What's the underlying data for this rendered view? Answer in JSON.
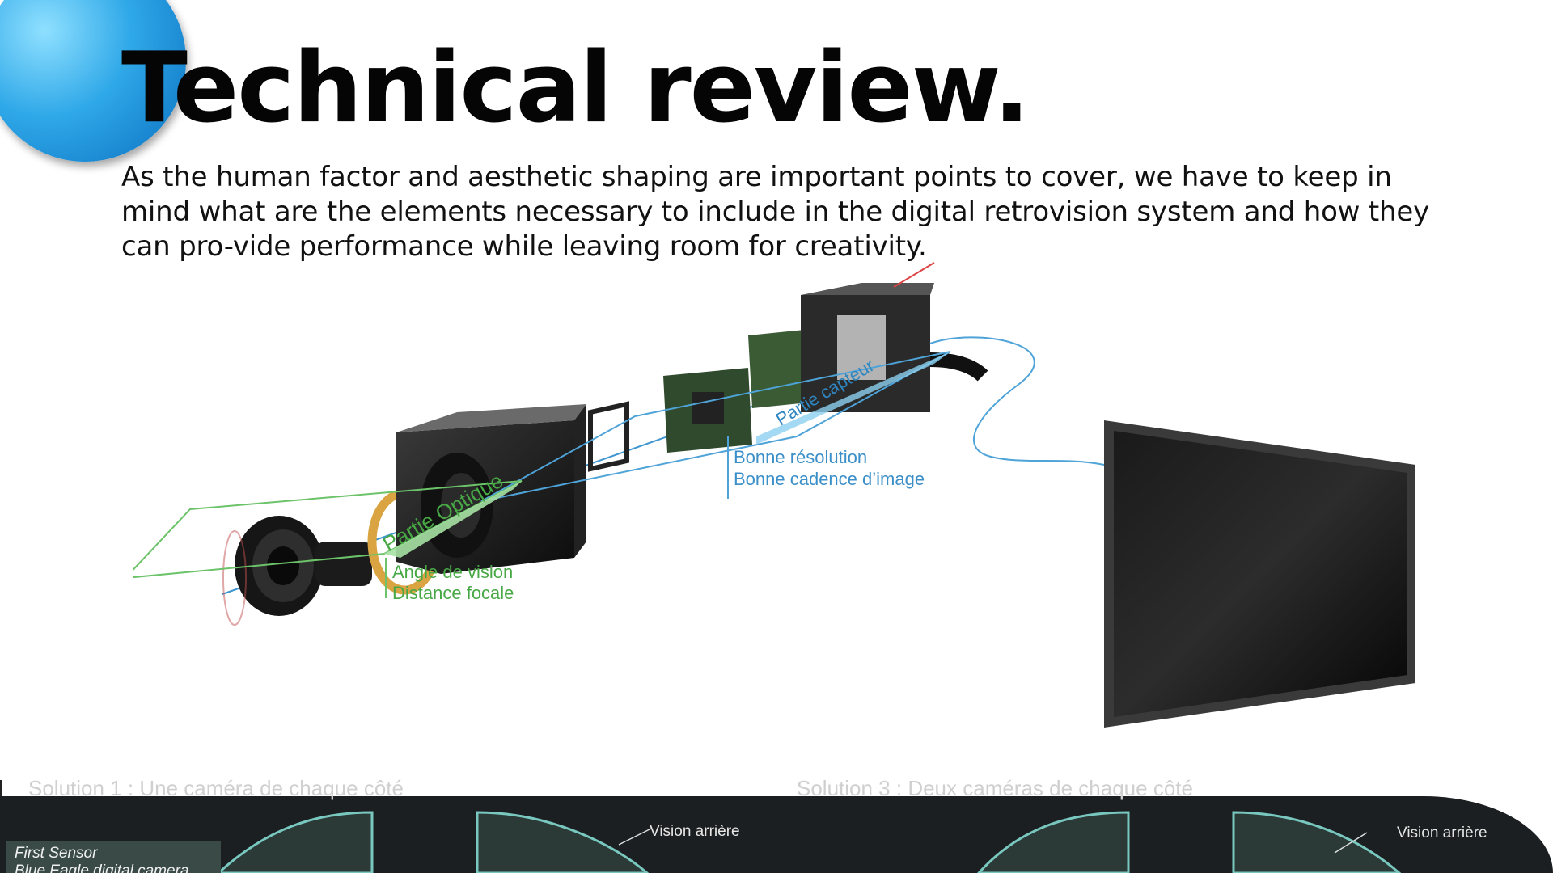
{
  "slide": {
    "title": "Technical review.",
    "intro": "As the human factor and aesthetic shaping are important points to cover, we have to keep in mind what are the elements necessary to include in the digital retrovision system and how they can pro-vide performance while leaving room for creativity."
  },
  "figure": {
    "sensor_label": "Partie capteur",
    "sensor_items": [
      "Bonne résolution",
      "Bonne cadence d’image"
    ],
    "optics_label": "Partie Optique",
    "optics_items": [
      "Angle de vision",
      "Distance focale"
    ]
  },
  "bottom_strip": {
    "left_title": "Solution 1 : Une caméra de chaque côté",
    "right_title": "Solution 3 : Deux caméras de chaque côté",
    "sensor_box": [
      "First Sensor",
      "Blue Eagle digital camera"
    ],
    "left_vision": "Vision arrière",
    "right_vision": "Vision arrière"
  },
  "colors": {
    "accent_blue": "#2fa8e8",
    "optics_green": "#6cc36a",
    "sensor_blue": "#5bb7e6",
    "strip_bg": "#1c1f21"
  }
}
